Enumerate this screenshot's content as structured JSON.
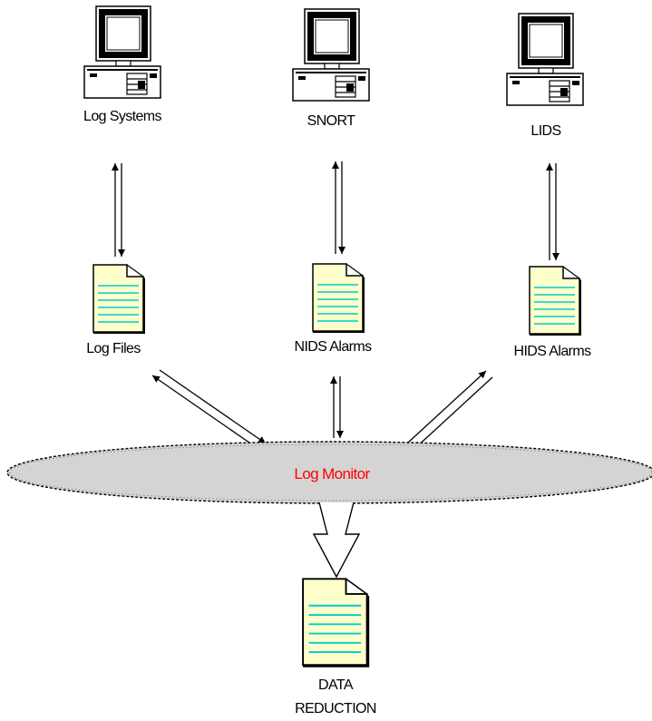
{
  "nodes": {
    "log_systems": {
      "label": "Log Systems"
    },
    "snort": {
      "label": "SNORT"
    },
    "lids": {
      "label": "LIDS"
    },
    "log_files": {
      "label": "Log Files"
    },
    "nids_alarms": {
      "label": "NIDS Alarms"
    },
    "hids_alarms": {
      "label": "HIDS Alarms"
    },
    "log_monitor": {
      "label": "Log Monitor"
    },
    "data_reduction": {
      "label_line1": "DATA",
      "label_line2": "REDUCTION"
    }
  },
  "colors": {
    "hub_fill": "#d4d4d4",
    "hub_label": "#ff0000",
    "document_fill": "#ffffcc",
    "document_lines": "#00cccc",
    "outline": "#000000"
  },
  "icons": {
    "source": "computer-icon",
    "file": "document-icon"
  }
}
